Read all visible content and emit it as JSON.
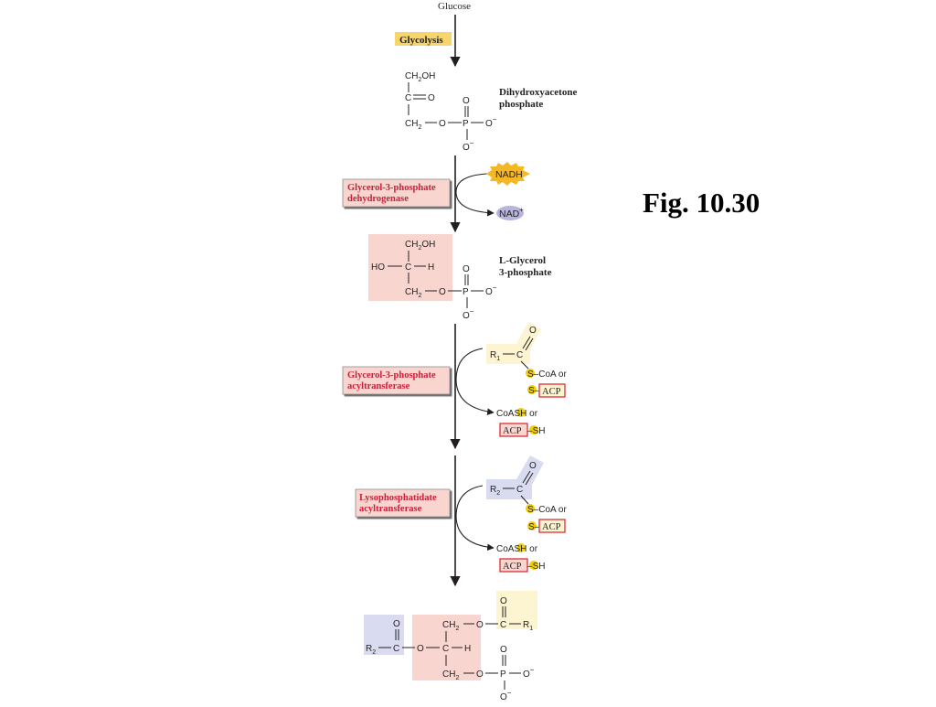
{
  "figure_label": "Fig. 10.30",
  "start": "Glucose",
  "glycolysis": "Glycolysis",
  "dhap": {
    "name_line1": "Dihydroxyacetone",
    "name_line2": "phosphate"
  },
  "g3p": {
    "name_line1": "L-Glycerol",
    "name_line2": "3-phosphate"
  },
  "enzymes": {
    "e1_line1": "Glycerol-3-phosphate",
    "e1_line2": "dehydrogenase",
    "e2_line1": "Glycerol-3-phosphate",
    "e2_line2": "acyltransferase",
    "e3_line1": "Lysophosphatidate",
    "e3_line2": "acyltransferase"
  },
  "cofactors": {
    "nadh": "NADH",
    "nad": "NAD",
    "nad_sup": "+"
  },
  "chem": {
    "ch2oh": "CH",
    "sub2": "2",
    "oh": "OH",
    "c": "C",
    "o": "O",
    "p": "P",
    "h": "H",
    "ho": "HO",
    "o_minus": "O",
    "minus": "−",
    "r": "R",
    "sub1": "1",
    "s": "S",
    "coa_or": "–CoA or",
    "acp": "ACP",
    "coa": "Co",
    "a": "A",
    "sh": "SH",
    "or": " or"
  },
  "colors": {
    "yellow_box": "#f7d56a",
    "pink_box": "#f8d6cf",
    "cream_box": "#fdf4d2",
    "blue_box": "#d9dcf0",
    "enzyme_text": "#c8203a",
    "acp_border": "#d8202a",
    "sulfur_highlight": "#f2d000",
    "nadh_burst": "#f4b826",
    "nad_oval": "#b6b5dc"
  }
}
